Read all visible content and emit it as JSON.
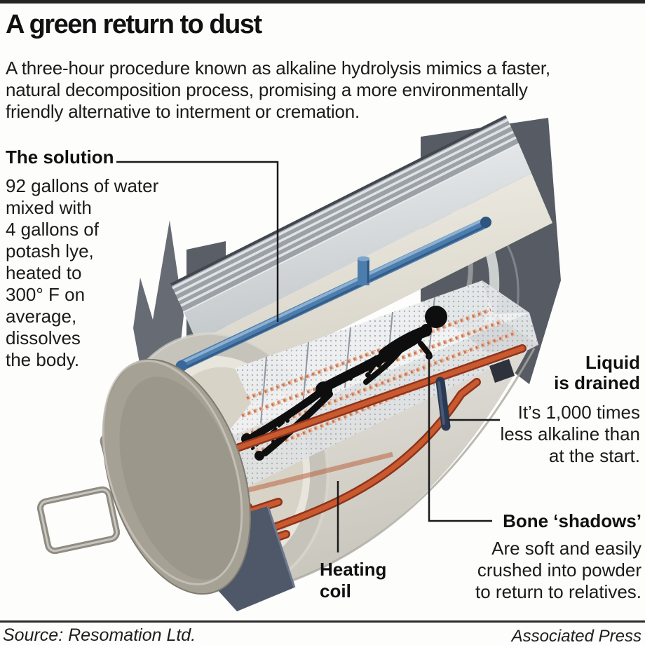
{
  "page": {
    "top_bar_color": "#242424",
    "background": "#fdfdfc"
  },
  "header": {
    "title": "A green return to dust",
    "intro_lines": [
      "A three-hour procedure known as alkaline hydrolysis mimics a faster,",
      "natural decomposition process, promising a more environmentally",
      "friendly alternative to interment or cremation."
    ]
  },
  "callouts": {
    "solution": {
      "heading": "The solution",
      "body_lines": [
        "92 gallons of water",
        "mixed with",
        "4 gallons of",
        "potash lye,",
        "heated to",
        "300° F on",
        "average,",
        "dissolves",
        "the body."
      ]
    },
    "liquid": {
      "heading_lines": [
        "Liquid",
        "is drained"
      ],
      "body_lines": [
        "It’s 1,000 times",
        "less alkaline than",
        "at the start."
      ]
    },
    "bone": {
      "heading": "Bone ‘shadows’",
      "body_lines": [
        "Are soft and easily",
        "crushed into powder",
        "to return to relatives."
      ]
    },
    "heating": {
      "heading_lines": [
        "Heating",
        "coil"
      ]
    }
  },
  "footer": {
    "source": "Source: Resomation Ltd.",
    "credit": "Associated Press"
  },
  "diagram": {
    "subject": "Resomator alkaline hydrolysis chamber, cutaway view",
    "parts": [
      "back-plate",
      "insulated-shell",
      "water-pipe",
      "vessel-mouth",
      "lid",
      "lid-handles",
      "mesh-basket",
      "skeleton-remains",
      "heating-coil",
      "drain-pipe",
      "support-base"
    ],
    "colors": {
      "steel_dark": "#575c64",
      "steel_mid": "#9ba1a6",
      "shell_light": "#d6d3cb",
      "interior_beige": "#e6e2d9",
      "mesh_gray": "#eceeef",
      "pipe_blue": "#4d7dac",
      "coil_orange": "#c2502b",
      "coil_dot": "#c97950",
      "drain_navy": "#2b3a52",
      "lid_taupe": "#a6a195",
      "base_slate": "#4e5869",
      "skeleton_black": "#0e0e0e",
      "leader_line": "#1a1a1a"
    }
  }
}
